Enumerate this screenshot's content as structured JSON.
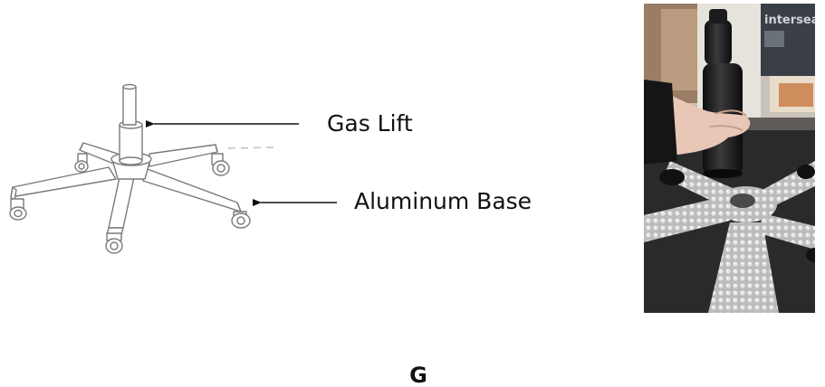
{
  "callouts": {
    "gas_lift": "Gas Lift",
    "aluminum_base": "Aluminum Base"
  },
  "step_letter": "G",
  "photo": {
    "sign_text": "interseat"
  },
  "colors": {
    "line": "#111111",
    "drawing": "#7a7a7a"
  }
}
